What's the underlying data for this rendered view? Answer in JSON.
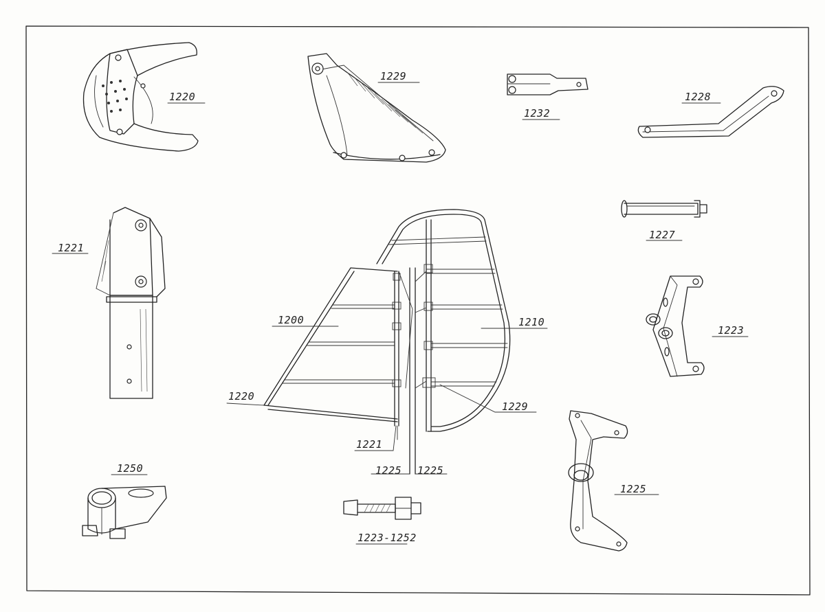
{
  "labels": {
    "p1220_top": "1220",
    "p1229_top": "1229",
    "p1232": "1232",
    "p1228": "1228",
    "p1227": "1227",
    "p1221_left": "1221",
    "p1200": "1200",
    "p1210": "1210",
    "p1223": "1223",
    "p1220_mid": "1220",
    "p1229_mid": "1229",
    "p1221_mid": "1221",
    "p1225_a": "1225",
    "p1225_b": "1225",
    "p1250": "1250",
    "p1223_1252": "1223-1252",
    "p1225_right": "1225"
  }
}
